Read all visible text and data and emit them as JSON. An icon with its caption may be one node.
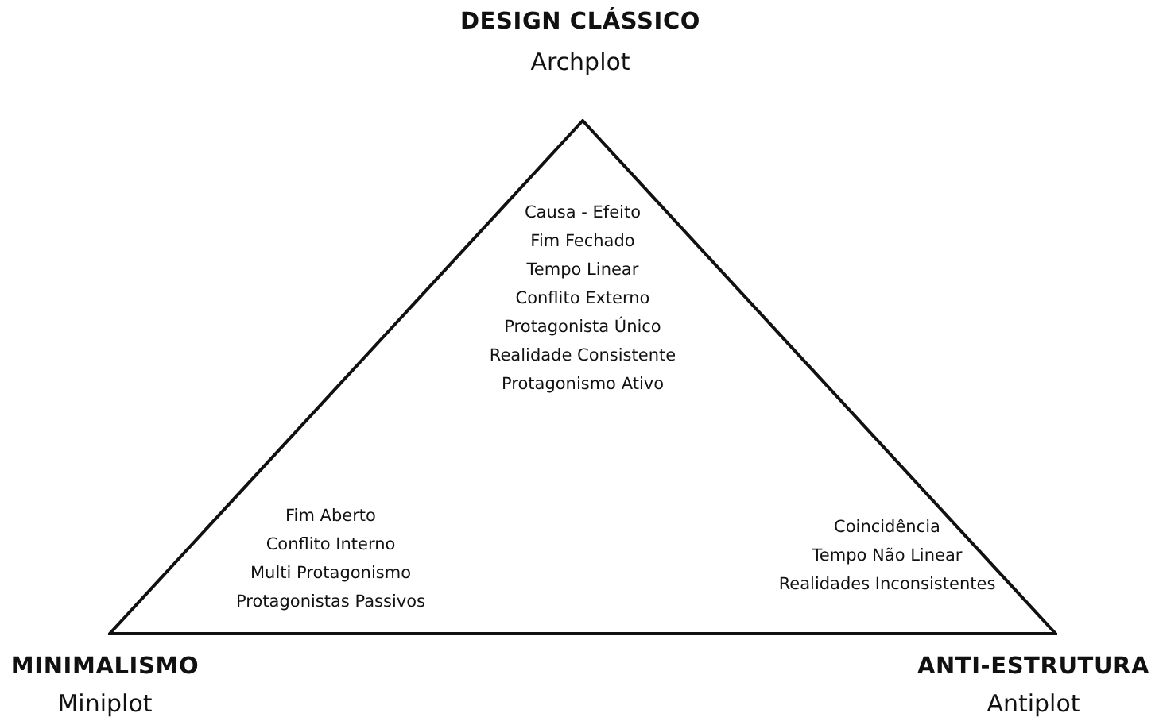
{
  "diagram": {
    "nodes": [
      {
        "text": [
          "Causa - Efeito",
          "Fim Fechado",
          "Tempo Linear",
          "Conflito Externo",
          "Protagonista Único",
          "Realidade Consistente",
          "Protagonismo Ativo",
          "Fim Aberto",
          "Conflito Interno",
          "Multi Protagonismo",
          "Protagonistas Passivos",
          "Coincidência",
          "Tempo Não Linear",
          "Realidades Inconsistentes"
        ]
      }
    ],
    "labels": [
      "DESIGN CLÁSSICO",
      "Archplot",
      "MINIMALISMO",
      "Miniplot",
      "ANTI-ESTRUTURA",
      "Antiplot"
    ]
  }
}
